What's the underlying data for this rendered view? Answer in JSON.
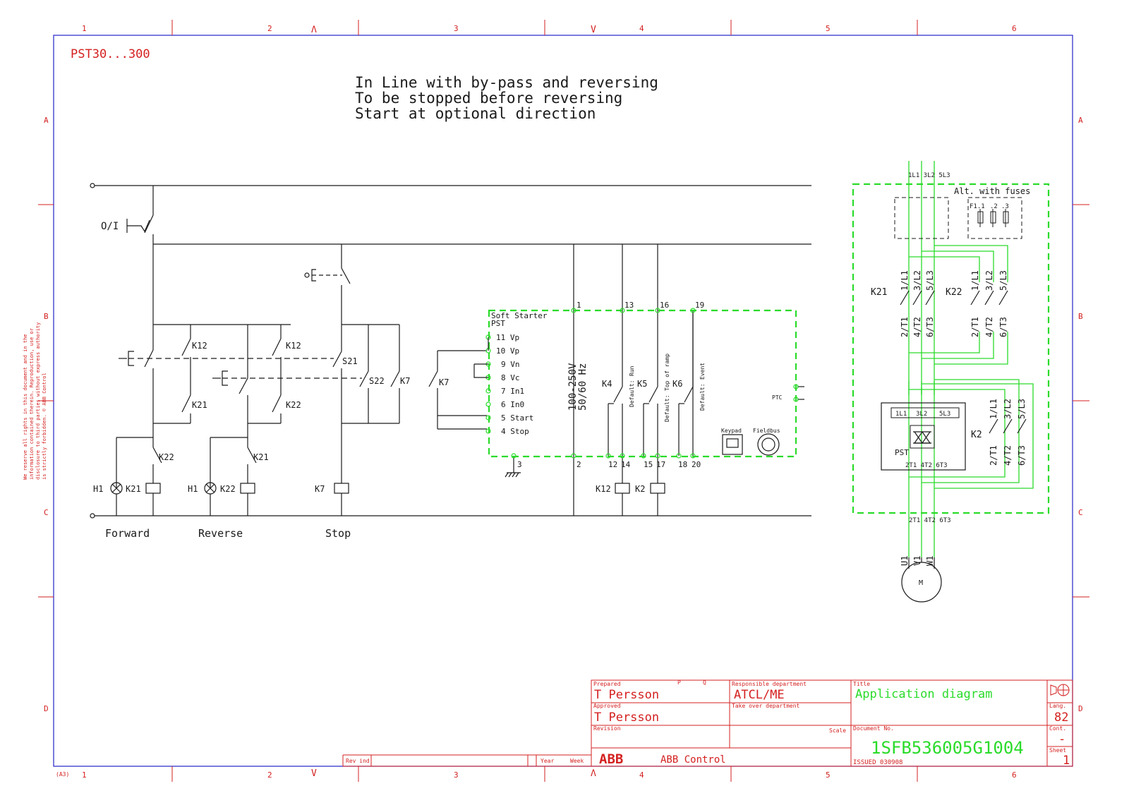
{
  "sheet": {
    "product": "PST30...300",
    "heading_lines": [
      "In Line with by-pass and reversing",
      "To be stopped before reversing",
      "Start at optional direction"
    ],
    "column_numbers": [
      "1",
      "2",
      "3",
      "4",
      "5",
      "6"
    ],
    "row_letters": [
      "A",
      "B",
      "C",
      "D"
    ],
    "fold_marks": [
      "Λ",
      "V"
    ],
    "paper_size": "(A3)",
    "copyright_lines": [
      "We reserve all rights in this document and in the",
      "information contained therein. Reproduction, use or",
      "disclosure to third parties without express authority",
      "is strictly forbidden. © ABB Control"
    ]
  },
  "control": {
    "switch_label": "O/I",
    "group_labels": [
      "Forward",
      "Reverse",
      "Stop"
    ],
    "contacts": {
      "k12_a": "K12",
      "k21_a": "K21",
      "k22_a": "K22",
      "k12_b": "K12",
      "k22_b": "K22",
      "k21_b": "K21",
      "s21": "S21",
      "s22": "S22",
      "k7_a": "K7",
      "k7_b": "K7",
      "h1_a": "H1",
      "coil_k21": "K21",
      "h1_b": "H1",
      "coil_k22": "K22",
      "coil_k7": "K7",
      "coil_k12": "K12",
      "coil_k2": "K2",
      "k4": "K4",
      "k5": "K5",
      "k6": "K6"
    },
    "softstarter": {
      "title_line1": "Soft Starter",
      "title_line2": "PST",
      "inputs": [
        "11 Vp",
        "10 Vp",
        "9 Vn",
        "8 Vc",
        "7 In1",
        "6 In0",
        "5 Start",
        "4 Stop"
      ],
      "supply_line1": "100-250V",
      "supply_line2": "50/60 Hz",
      "top_terminals": [
        "1",
        "13",
        "16",
        "19"
      ],
      "bottom_terminals": [
        "2",
        "12",
        "14",
        "15",
        "17",
        "18",
        "20"
      ],
      "ground_terminal": "3",
      "relay_functions": [
        "Run",
        "Top of ramp",
        "Event"
      ],
      "default_label": "Default:",
      "ptc": "PTC",
      "keypad": "Keypad",
      "fieldbus": "Fieldbus"
    }
  },
  "main_circuit": {
    "supply": "1L1 3L2 5L3",
    "alt_label": "Alt.  with fuses",
    "fuse_labels": [
      "F1.1",
      ".2",
      ".3"
    ],
    "k21": "K21",
    "k22": "K22",
    "k2": "K2",
    "line_terms": [
      "1/L1",
      "3/L2",
      "5/L3"
    ],
    "load_terms": [
      "2/T1",
      "4/T2",
      "6/T3"
    ],
    "pst_in": [
      "1L1",
      "3L2",
      "5L3"
    ],
    "pst_out": "2T1 4T2 6T3",
    "pst_label": "PST",
    "out_label": "2T1 4T2 6T3",
    "motor_terms": [
      "U1",
      "V1",
      "W1"
    ],
    "motor": "M"
  },
  "title_block": {
    "prepared_label": "Prepared",
    "prepared_by": "T Persson",
    "p_label": "P",
    "q_label": "Q",
    "approved_label": "Approved",
    "approved_by": "T Persson",
    "revision_label": "Revision",
    "resp_dept_label": "Responsible department",
    "resp_dept": "ATCL/ME",
    "take_over_label": "Take over department",
    "scale_label": "Scale",
    "title_label": "Title",
    "title": "Application diagram",
    "lang_label": "Lang.",
    "lang": "82",
    "doc_no_label": "Document No.",
    "doc_no": "1SFB536005G1004",
    "cont_label": "Cont.",
    "cont": "-",
    "sheet_label": "Sheet",
    "sheet": "1",
    "issued": "ISSUED 030908",
    "company": "ABB Control",
    "logo": "ABB",
    "rev_ind_label": "Rev ind",
    "year_label": "Year",
    "week_label": "Week"
  },
  "colors": {
    "frame": "#3333cc",
    "block": "#d42020",
    "drawing": "#1a1a1a",
    "pst_border": "#2adb2a"
  }
}
